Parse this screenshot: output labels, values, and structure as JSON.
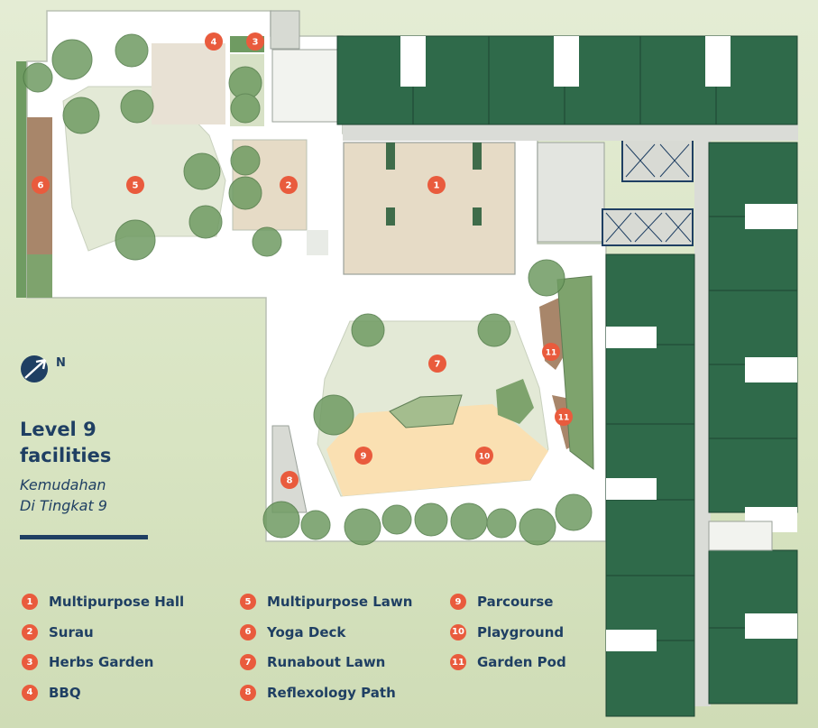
{
  "heading": {
    "title_line1": "Level 9",
    "title_line2": "facilities",
    "subtitle_line1": "Kemudahan",
    "subtitle_line2": "Di Tingkat 9"
  },
  "compass": {
    "label": "N"
  },
  "colors": {
    "background": "#dde7cb",
    "block": "#2f6a4a",
    "lawn": "#e3e9d6",
    "hall": "#e6dbc6",
    "parcourse": "#fae0b2",
    "yoga": "#a8866a",
    "marker": "#e95b3d",
    "text": "#1f3f63"
  },
  "map_markers": [
    "1",
    "2",
    "3",
    "4",
    "5",
    "6",
    "7",
    "8",
    "9",
    "10",
    "11",
    "11"
  ],
  "legend": [
    {
      "num": "1",
      "label": "Multipurpose Hall"
    },
    {
      "num": "2",
      "label": "Surau"
    },
    {
      "num": "3",
      "label": "Herbs Garden"
    },
    {
      "num": "4",
      "label": "BBQ"
    },
    {
      "num": "5",
      "label": "Multipurpose Lawn"
    },
    {
      "num": "6",
      "label": "Yoga Deck"
    },
    {
      "num": "7",
      "label": "Runabout Lawn"
    },
    {
      "num": "8",
      "label": "Reflexology Path"
    },
    {
      "num": "9",
      "label": "Parcourse"
    },
    {
      "num": "10",
      "label": "Playground"
    },
    {
      "num": "11",
      "label": "Garden Pod"
    }
  ]
}
